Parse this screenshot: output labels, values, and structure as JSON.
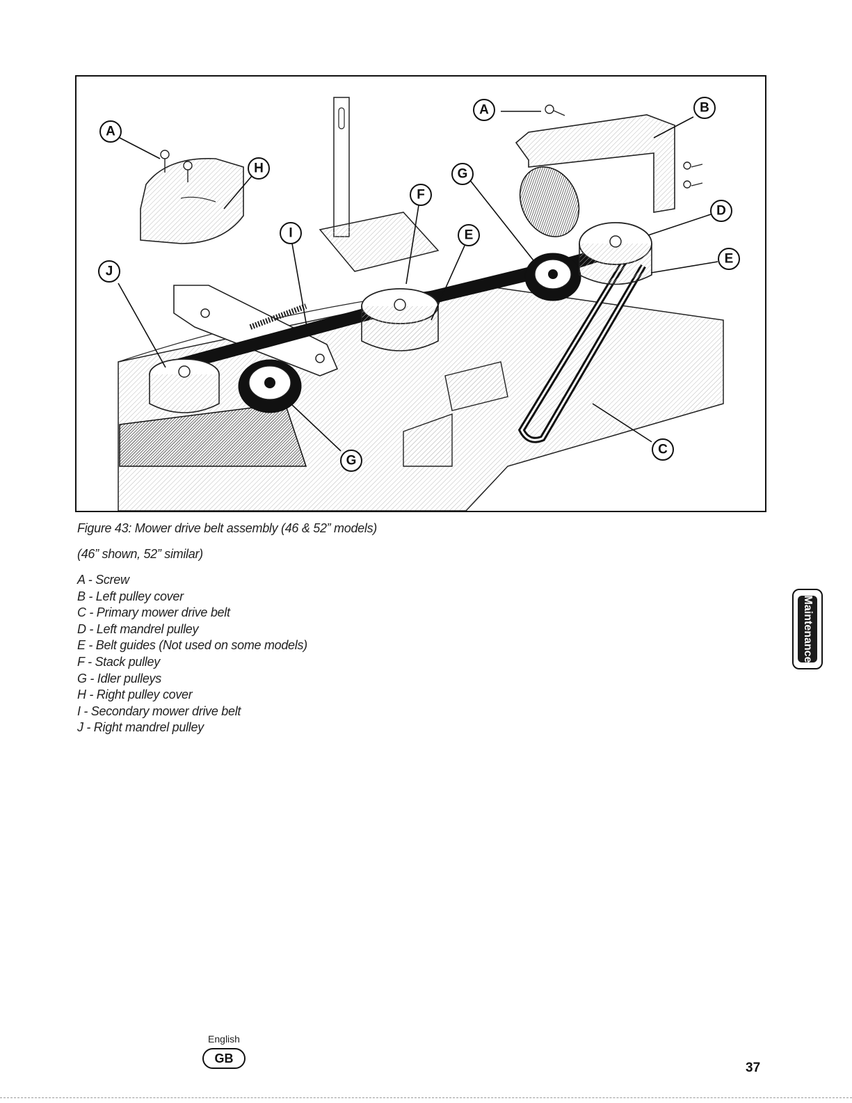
{
  "figure": {
    "caption": "Figure 43: Mower drive belt assembly (46 & 52” models)",
    "subcaption": "(46” shown, 52” similar)",
    "callouts": [
      {
        "id": "A1",
        "letter": "A"
      },
      {
        "id": "A2",
        "letter": "A"
      },
      {
        "id": "B",
        "letter": "B"
      },
      {
        "id": "H",
        "letter": "H"
      },
      {
        "id": "G1",
        "letter": "G"
      },
      {
        "id": "F",
        "letter": "F"
      },
      {
        "id": "I",
        "letter": "I"
      },
      {
        "id": "E1",
        "letter": "E"
      },
      {
        "id": "D",
        "letter": "D"
      },
      {
        "id": "E2",
        "letter": "E"
      },
      {
        "id": "J",
        "letter": "J"
      },
      {
        "id": "G2",
        "letter": "G"
      },
      {
        "id": "C",
        "letter": "C"
      }
    ]
  },
  "legend": [
    "A - Screw",
    "B - Left pulley cover",
    "C - Primary mower drive belt",
    "D - Left mandrel pulley",
    "E - Belt guides (Not used on some models)",
    "F - Stack pulley",
    "G - Idler pulleys",
    "H - Right pulley cover",
    "I - Secondary mower drive belt",
    "J - Right mandrel pulley"
  ],
  "side_tab": {
    "label": "Maintenance"
  },
  "footer": {
    "language": "English",
    "language_code": "GB",
    "page_number": "37"
  }
}
